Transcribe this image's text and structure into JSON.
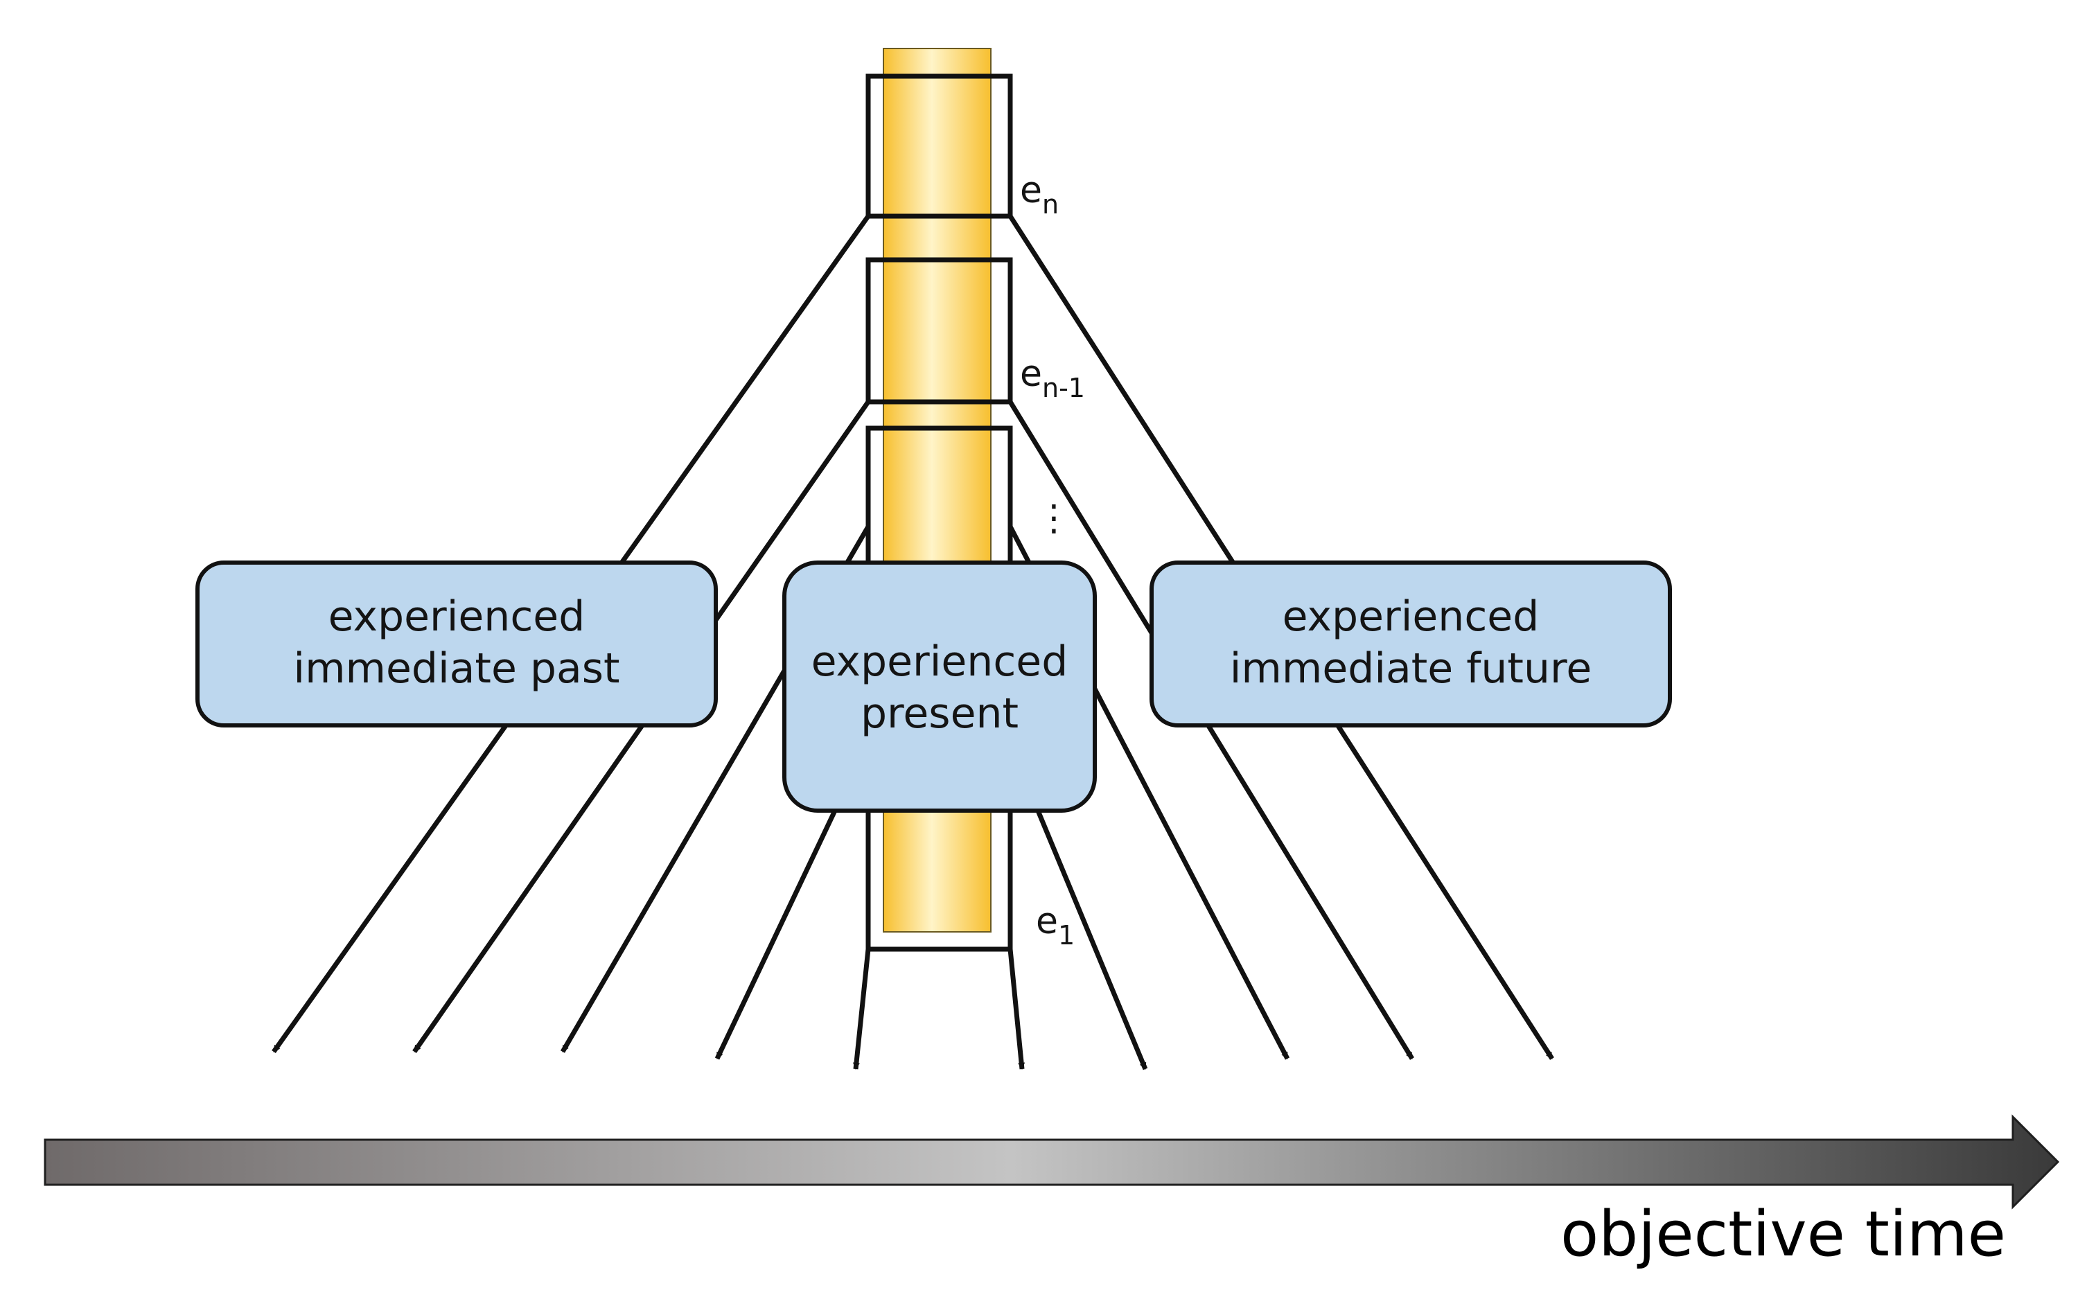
{
  "boxes": {
    "past": {
      "line1": "experienced",
      "line2": "immediate past"
    },
    "present": {
      "line1": "experienced",
      "line2": "present"
    },
    "future": {
      "line1": "experienced",
      "line2": "immediate future"
    }
  },
  "events": {
    "top": {
      "base": "e",
      "sub": "n"
    },
    "second": {
      "base": "e",
      "sub": "n-1"
    },
    "ellipsis": "⋮",
    "bottom": {
      "base": "e",
      "sub": "1"
    }
  },
  "axis": {
    "label": "objective time"
  },
  "colors": {
    "box_fill": "#bdd7ee",
    "bar_gold": "#f7c23a",
    "bar_light": "#fff2c2",
    "stroke": "#111111",
    "axis_dark": "#3d3d3d",
    "axis_light": "#c2c2c2"
  }
}
